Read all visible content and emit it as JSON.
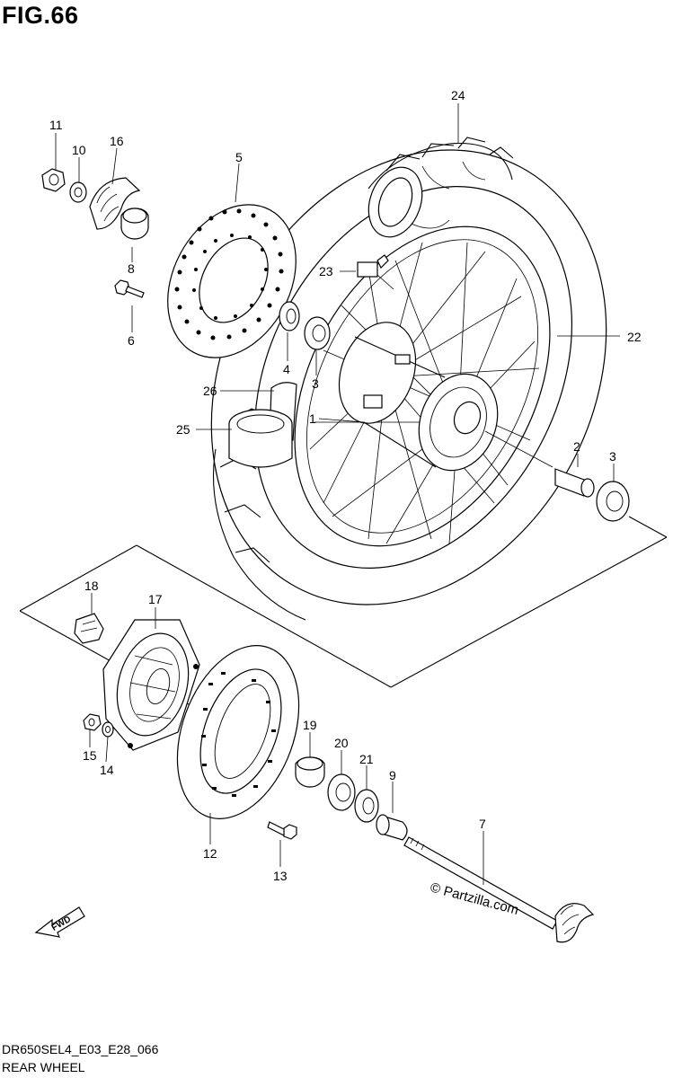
{
  "figure": {
    "title": "FIG.66",
    "model_code": "DR650SEL4_E03_E28_066",
    "name": "REAR WHEEL",
    "watermark": "© Partzilla.com",
    "fwd_label": "FWD"
  },
  "callouts": {
    "c1": "1",
    "c2": "2",
    "c3a": "3",
    "c3b": "3",
    "c4": "4",
    "c5": "5",
    "c6": "6",
    "c7": "7",
    "c8": "8",
    "c9": "9",
    "c10": "10",
    "c11": "11",
    "c12": "12",
    "c13": "13",
    "c14": "14",
    "c15": "15",
    "c16": "16",
    "c17": "17",
    "c18": "18",
    "c19": "19",
    "c20": "20",
    "c21": "21",
    "c22": "22",
    "c23": "23",
    "c24": "24",
    "c25": "25",
    "c26": "26"
  }
}
